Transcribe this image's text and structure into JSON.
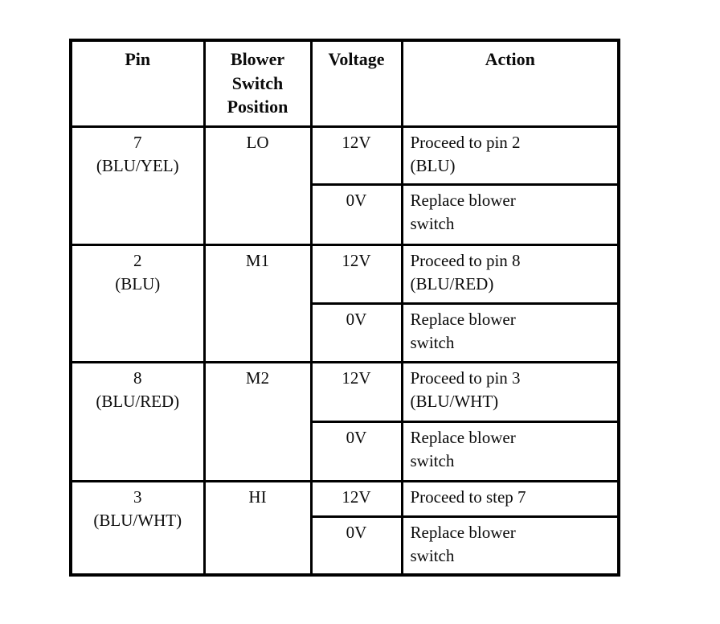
{
  "document": {
    "type": "scanned-diagnostic-table",
    "colors": {
      "background": "#ffffff",
      "border": "#000000",
      "text": "#0b0b0b"
    },
    "table": {
      "headers": [
        "Pin",
        "Blower\nSwitch\nPosition",
        "Voltage",
        "Action"
      ],
      "rows": [
        {
          "pin": "7\n(BLU/YEL)",
          "position": "LO",
          "checks": [
            {
              "voltage": "12V",
              "action": "Proceed to pin 2\n(BLU)"
            },
            {
              "voltage": "0V",
              "action": "Replace blower\nswitch"
            }
          ]
        },
        {
          "pin": "2\n(BLU)",
          "position": "M1",
          "checks": [
            {
              "voltage": "12V",
              "action": "Proceed to pin 8\n(BLU/RED)"
            },
            {
              "voltage": "0V",
              "action": "Replace blower\nswitch"
            }
          ]
        },
        {
          "pin": "8\n(BLU/RED)",
          "position": "M2",
          "checks": [
            {
              "voltage": "12V",
              "action": "Proceed to pin 3\n(BLU/WHT)"
            },
            {
              "voltage": "0V",
              "action": "Replace blower\nswitch"
            }
          ]
        },
        {
          "pin": "3\n(BLU/WHT)",
          "position": "HI",
          "checks": [
            {
              "voltage": "12V",
              "action": "Proceed to step 7"
            },
            {
              "voltage": "0V",
              "action": "Replace blower\nswitch"
            }
          ]
        }
      ]
    }
  }
}
